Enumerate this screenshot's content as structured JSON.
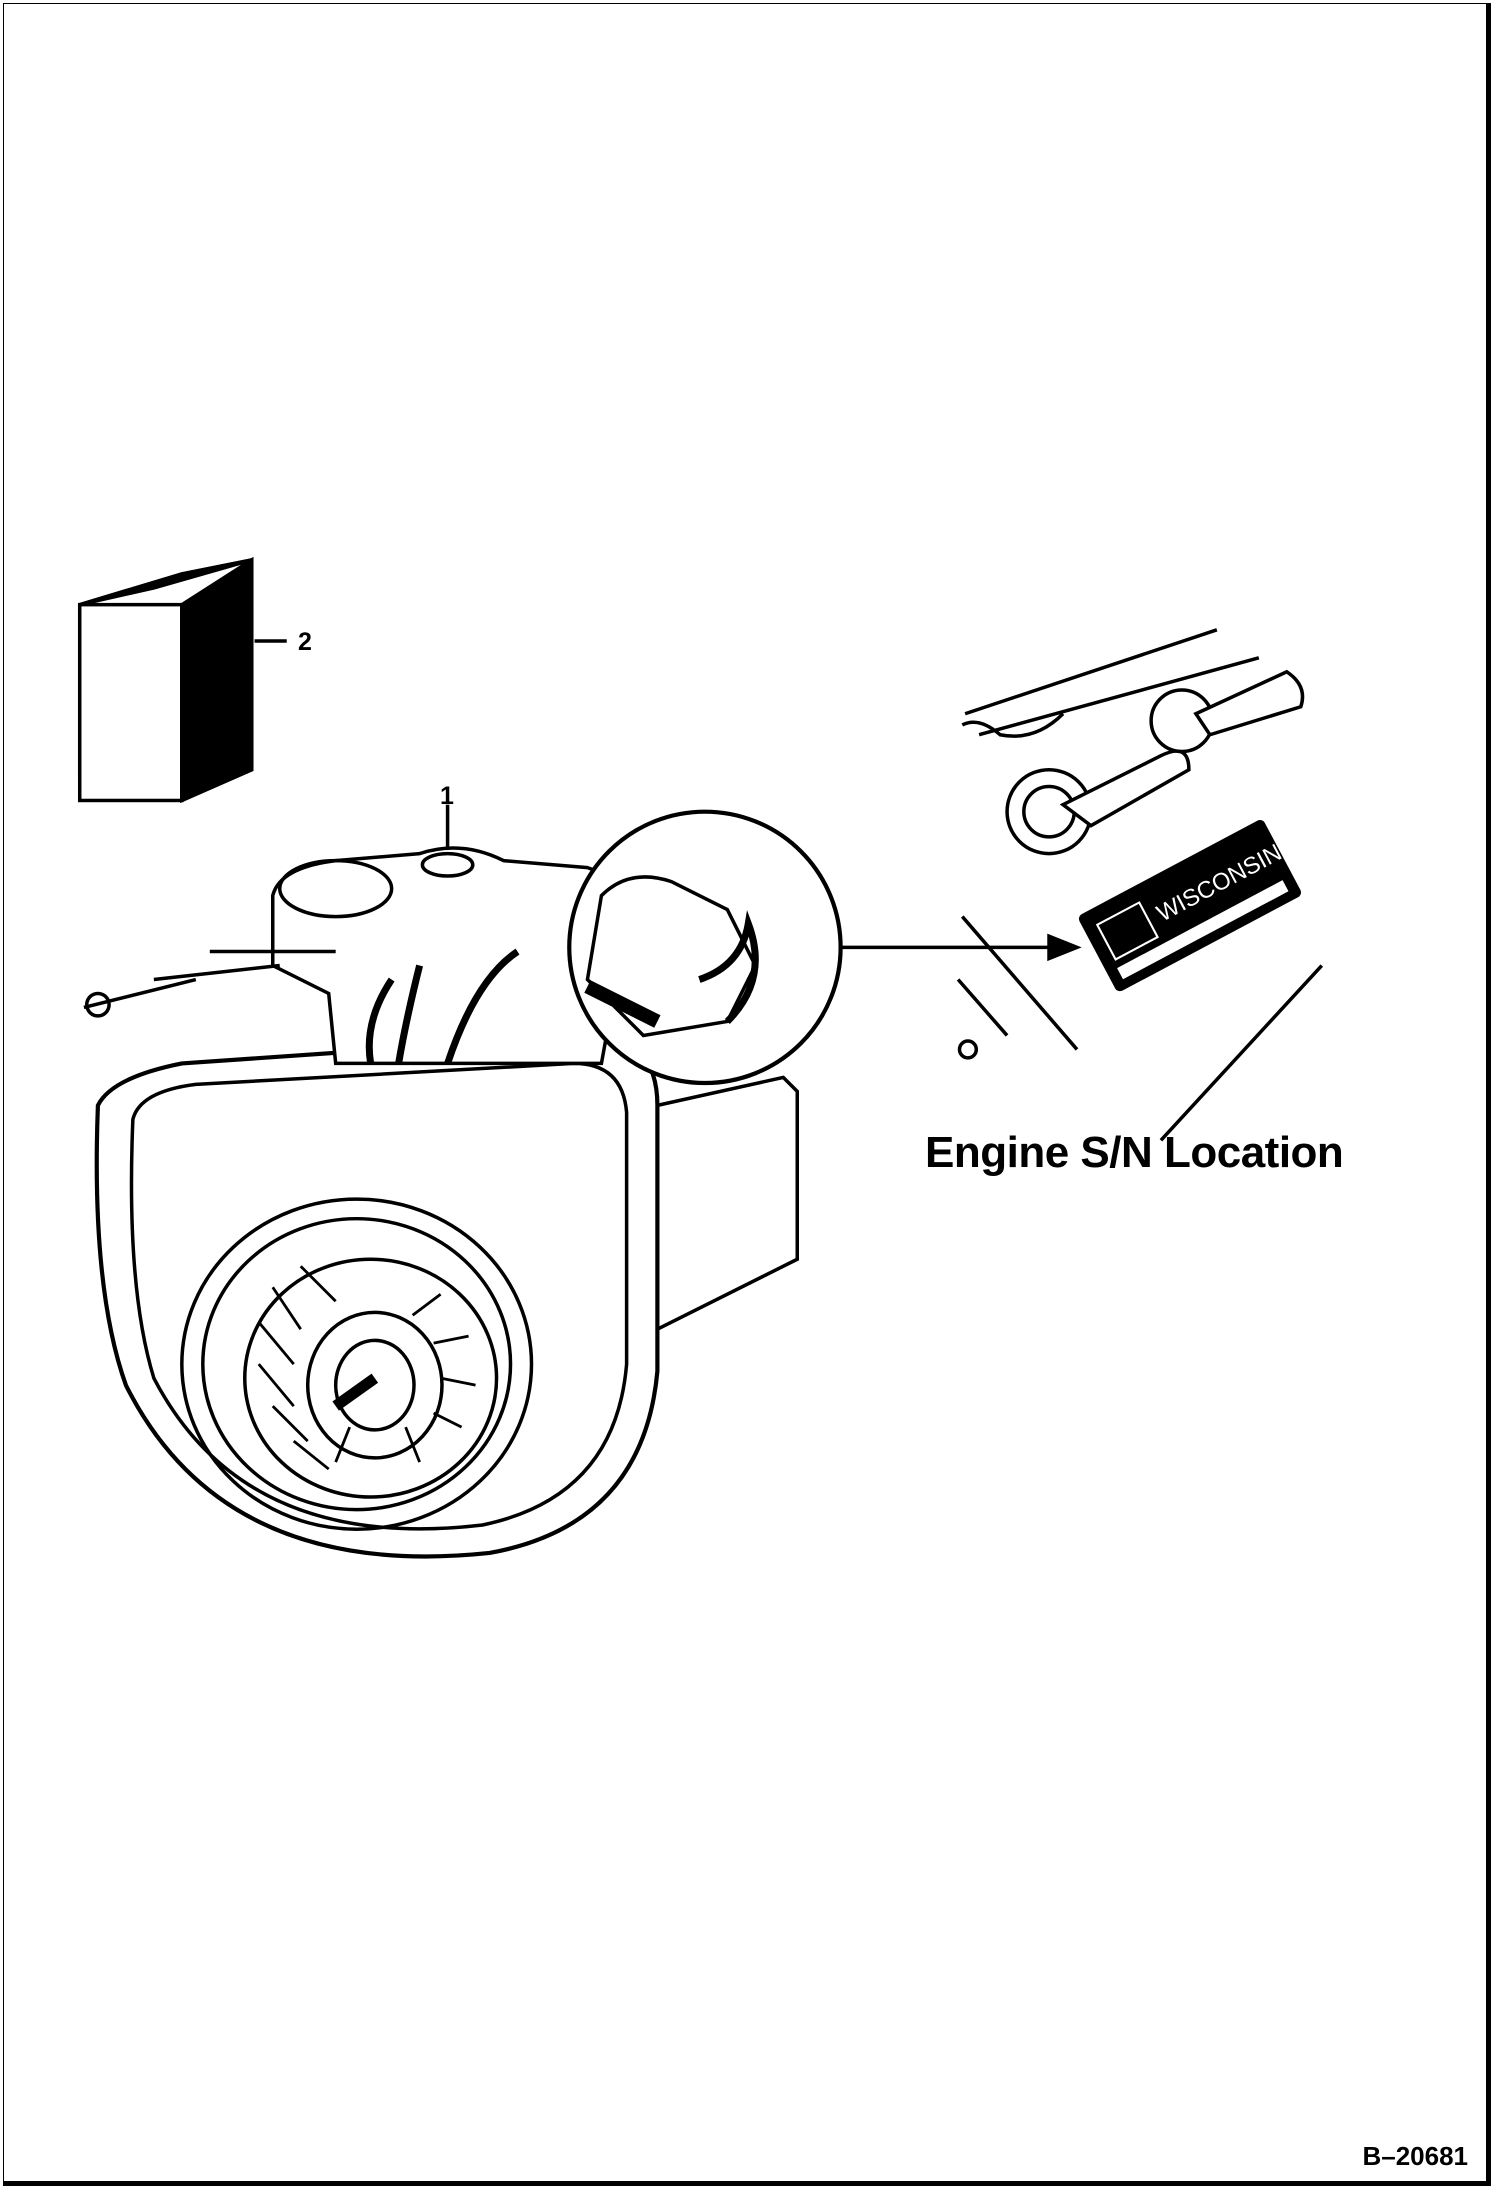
{
  "callouts": {
    "engine": "1",
    "battery": "2"
  },
  "inset_title": "Engine S/N Location",
  "plate": {
    "brand": "WISCONSIN"
  },
  "figure_number": "B–20681"
}
